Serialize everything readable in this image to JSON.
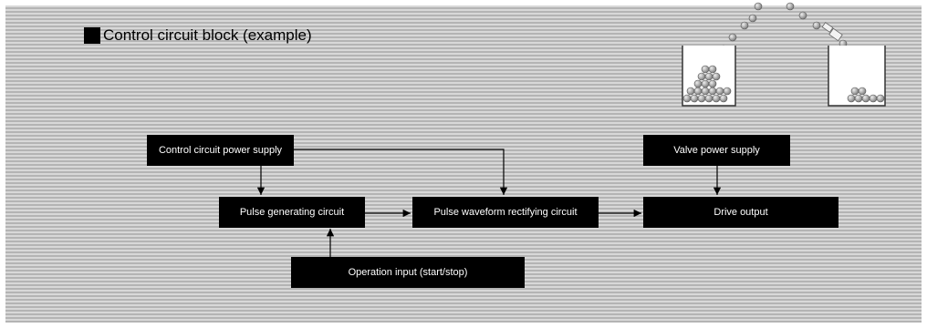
{
  "title": "Control circuit block (example)",
  "blocks": {
    "control_power": "Control circuit power supply",
    "valve_power": "Valve power supply",
    "pulse_generating": "Pulse generating circuit",
    "pulse_rectifying": "Pulse waveform rectifying circuit",
    "drive_output": "Drive output",
    "operation_input": "Operation input (start/stop)"
  },
  "colors": {
    "block_fill": "#000000",
    "block_text": "#ffffff",
    "background_stripe_light": "#d8d8d8",
    "background_stripe_dark": "#b4b4b4",
    "ball": "#a6a6a6"
  },
  "icons": [
    "container-with-balls-icon",
    "container-with-balls-icon",
    "falling-balls-icon"
  ]
}
